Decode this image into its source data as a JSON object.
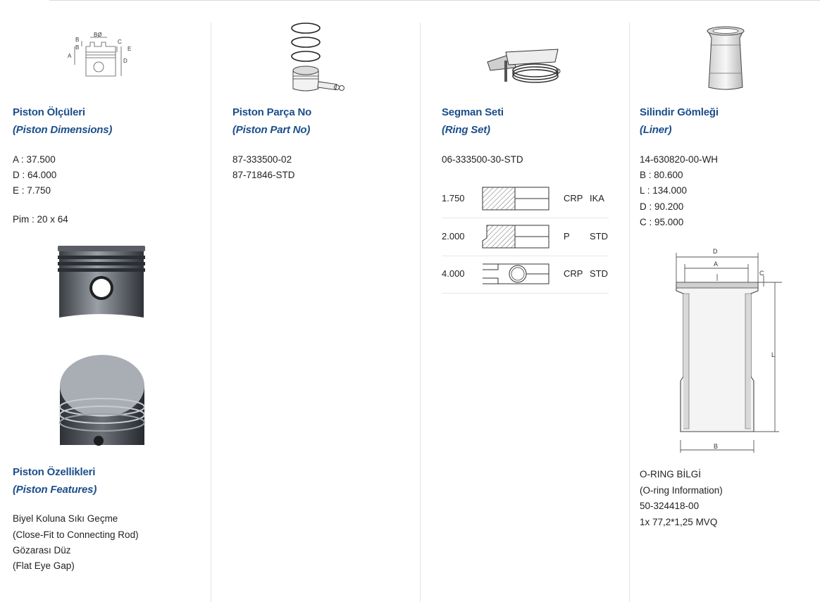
{
  "columns": [
    {
      "title": "Piston Ölçüleri",
      "subtitle": "(Piston Dimensions)",
      "lines": [
        "A : 37.500",
        "D : 64.000",
        "E : 7.750"
      ],
      "extra": "Pim : 20 x 64",
      "section2_title": "Piston Özellikleri",
      "section2_subtitle": "(Piston Features)",
      "features": [
        "Biyel Koluna Sıkı Geçme",
        "(Close-Fit to Connecting Rod)",
        "Gözarası Düz",
        "(Flat Eye Gap)"
      ],
      "diagram_labels": {
        "a": "A",
        "b": "B",
        "bo": "BØ",
        "c": "C",
        "d": "D",
        "e": "E"
      }
    },
    {
      "title": "Piston Parça No",
      "subtitle": "(Piston Part No)",
      "lines": [
        "87-333500-02",
        "87-71846-STD"
      ]
    },
    {
      "title": "Segman Seti",
      "subtitle": "(Ring Set)",
      "lines": [
        "06-333500-30-STD"
      ],
      "rings": [
        {
          "value": "1.750",
          "type": "CRP",
          "code": "IKA"
        },
        {
          "value": "2.000",
          "type": "P",
          "code": "STD"
        },
        {
          "value": "4.000",
          "type": "CRP",
          "code": "STD"
        }
      ]
    },
    {
      "title": "Silindir Gömleği",
      "subtitle": "(Liner)",
      "lines": [
        "14-630820-00-WH",
        "B : 80.600",
        "L : 134.000",
        "D : 90.200",
        "C : 95.000"
      ],
      "oring": [
        "O-RING BİLGİ",
        "(O-ring Information)",
        "50-324418-00",
        "1x 77,2*1,25 MVQ"
      ],
      "diagram_labels": {
        "d": "D",
        "a": "A",
        "c": "C",
        "l": "L",
        "b": "B"
      }
    }
  ],
  "colors": {
    "heading": "#1c4e8a",
    "text": "#222222",
    "divider": "#e3e3e3"
  }
}
